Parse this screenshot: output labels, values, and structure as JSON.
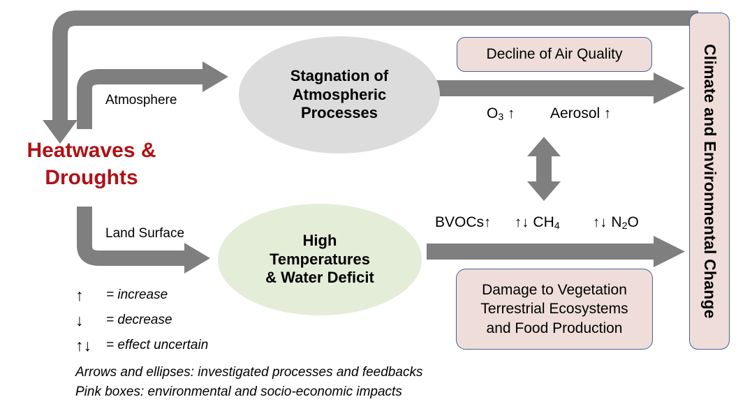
{
  "diagram": {
    "title_main": "Heatwaves &\nDroughts",
    "title_main_line1": "Heatwaves &",
    "title_main_line2": "Droughts",
    "accent_red": "#b01116",
    "arrow_gray": "#7f7f7f",
    "pink_fill": "#eeddd9",
    "pink_border": "#44619e",
    "gray_ellipse_fill": "#dcdcdc",
    "green_ellipse_fill": "#e3edd8"
  },
  "pathways": {
    "atmosphere_label": "Atmosphere",
    "land_surface_label": "Land Surface"
  },
  "processes": {
    "atmospheric": {
      "line1": "Stagnation of",
      "line2": "Atmospheric",
      "line3": "Processes"
    },
    "land": {
      "line1": "High",
      "line2": "Temperatures",
      "line3": "& Water Deficit"
    }
  },
  "impacts": {
    "air_quality": "Decline of Air Quality",
    "damage_line1": "Damage to Vegetation",
    "damage_line2": "Terrestrial Ecosystems",
    "damage_line3": "and Food Production",
    "climate_change": "Climate and Environmental Change"
  },
  "species": {
    "ozone": "O",
    "ozone_sub": "3",
    "ozone_arrow": "↑",
    "aerosol": "Aerosol",
    "aerosol_arrow": "↑",
    "bvocs": "BVOCs",
    "bvocs_arrow": "↑",
    "ch4_arrow": "↑↓",
    "ch4": "CH",
    "ch4_sub": "4",
    "n2o_arrow": "↑↓",
    "n2o_a": "N",
    "n2o_sub": "2",
    "n2o_b": "O"
  },
  "legend": {
    "rows": [
      {
        "symbol": "↑",
        "text": "= increase"
      },
      {
        "symbol": "↓",
        "text": "= decrease"
      },
      {
        "symbol": "↑↓",
        "text": "= effect uncertain"
      }
    ],
    "note1": "Arrows and ellipses: investigated processes and feedbacks",
    "note2": "Pink boxes: environmental and socio-economic impacts"
  }
}
